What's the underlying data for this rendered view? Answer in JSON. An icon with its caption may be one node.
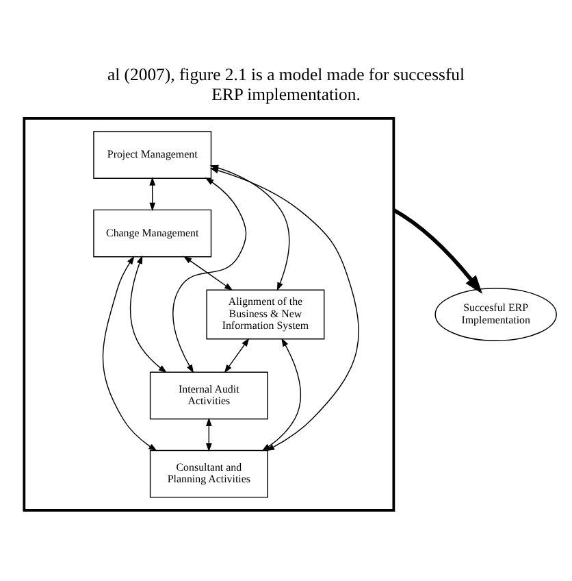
{
  "diagram": {
    "title": "al (2007), figure 2.1 is a model made for successful ERP implementation.",
    "nodes": [
      {
        "text": [],
        "shape": "box"
      },
      {
        "text": [
          "Project Management"
        ],
        "in": 0
      },
      {
        "text": [
          "Change Management"
        ],
        "in": 0
      },
      {
        "text": [
          "Alignment of the Business & New Information System"
        ],
        "in": 0
      },
      {
        "text": [
          "Internal Audit Activities"
        ],
        "in": 0
      },
      {
        "text": [
          "Consultant and Planning Activities"
        ],
        "in": 0
      },
      {
        "text": [
          "Succesful ERP Implementation"
        ]
      }
    ],
    "edges": [
      {
        "from": 1,
        "to": 2,
        "arrow": "both"
      },
      {
        "from": 2,
        "to": 3,
        "arrow": "both"
      },
      {
        "from": 3,
        "to": 4,
        "arrow": "both"
      },
      {
        "from": 4,
        "to": 5,
        "arrow": "both"
      },
      {
        "from": 1,
        "to": 5,
        "arrow": "both"
      },
      {
        "from": 1,
        "to": 4,
        "arrow": "both"
      },
      {
        "from": 1,
        "to": 3,
        "arrow": "both"
      },
      {
        "from": 2,
        "to": 4,
        "arrow": "both"
      },
      {
        "from": 2,
        "to": 5,
        "arrow": "both"
      },
      {
        "from": 3,
        "to": 5,
        "arrow": "both"
      },
      {
        "from": 0,
        "to": 6,
        "arrow": "to",
        "style": "thick"
      }
    ]
  }
}
